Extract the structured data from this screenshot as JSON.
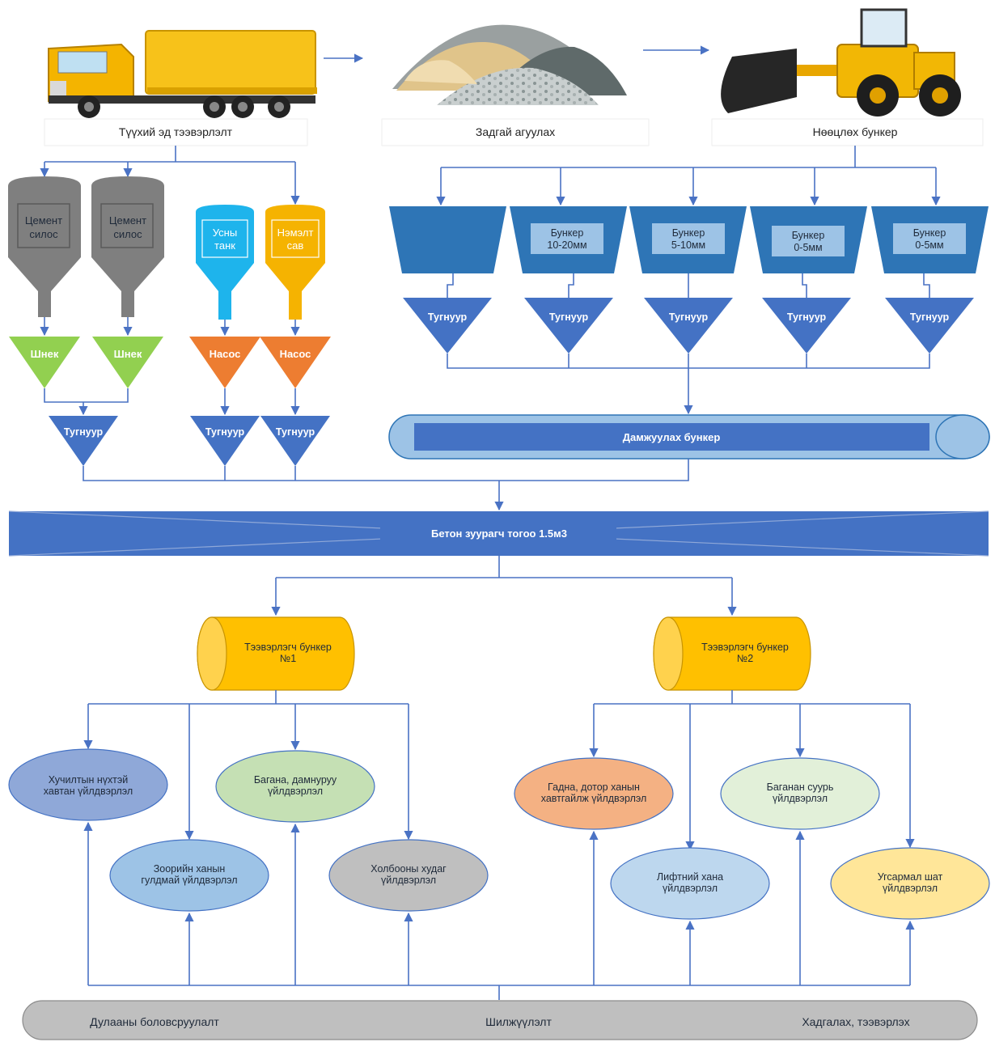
{
  "top": {
    "raw_material": "Түүхий эд тээвэрлэлт",
    "bulk_storage": "Задгай агуулах",
    "reserve_bunker": "Нөөцлөх бункер"
  },
  "silos": [
    {
      "line1": "Цемент",
      "line2": "силос"
    },
    {
      "line1": "Цемент",
      "line2": "силос"
    }
  ],
  "tanks": [
    {
      "line1": "Усны",
      "line2": "танк",
      "color": "#1eb4ec"
    },
    {
      "line1": "Нэмэлт",
      "line2": "сав",
      "color": "#f5b301"
    }
  ],
  "screws": [
    "Шнек",
    "Шнек"
  ],
  "pumps": [
    "Насос",
    "Насос"
  ],
  "left_feeders": [
    "Тугнуур",
    "Тугнуур",
    "Тугнуур"
  ],
  "bunkers": [
    {
      "line1": "",
      "line2": ""
    },
    {
      "line1": "Бункер",
      "line2": "10-20мм"
    },
    {
      "line1": "Бункер",
      "line2": "5-10мм"
    },
    {
      "line1": "Бункер",
      "line2": "0-5мм"
    },
    {
      "line1": "Бункер",
      "line2": "0-5мм"
    }
  ],
  "right_feeders": [
    "Тугнуур",
    "Тугнуур",
    "Тугнуур",
    "Тугнуур",
    "Тугнуур"
  ],
  "transfer_bunker": "Дамжуулах бункер",
  "mixer": "Бетон зуурагч тогоо 1.5м3",
  "transport_bunkers": [
    {
      "line1": "Тээвэрлэгч бункер",
      "line2": "№1"
    },
    {
      "line1": "Тээвэрлэгч бункер",
      "line2": "№2"
    }
  ],
  "products": [
    {
      "line1": "Хучилтын нүхтэй",
      "line2": "хавтан үйлдвэрлэл",
      "color": "#8fa8d8"
    },
    {
      "line1": "Зоорийн ханын",
      "line2": "гулдмай үйлдвэрлэл",
      "color": "#9dc3e6"
    },
    {
      "line1": "Багана, дамнуруу",
      "line2": "үйлдвэрлэл",
      "color": "#c5e0b4"
    },
    {
      "line1": "Холбооны худаг",
      "line2": "үйлдвэрлэл",
      "color": "#bfbfbf"
    },
    {
      "line1": "Гадна, дотор ханын",
      "line2": "хавтгайлж үйлдвэрлэл",
      "color": "#f4b183"
    },
    {
      "line1": "Лифтний хана",
      "line2": "үйлдвэрлэл",
      "color": "#bdd7ee"
    },
    {
      "line1": "Баганан суурь",
      "line2": "үйлдвэрлэл",
      "color": "#e2f0d9"
    },
    {
      "line1": "Угсармал шат",
      "line2": "үйлдвэрлэл",
      "color": "#ffe699"
    }
  ],
  "bottom": {
    "left": "Дулааны боловсруулалт",
    "center": "Шилжүүлэлт",
    "right": "Хадгалах, тээвэрлэх"
  }
}
